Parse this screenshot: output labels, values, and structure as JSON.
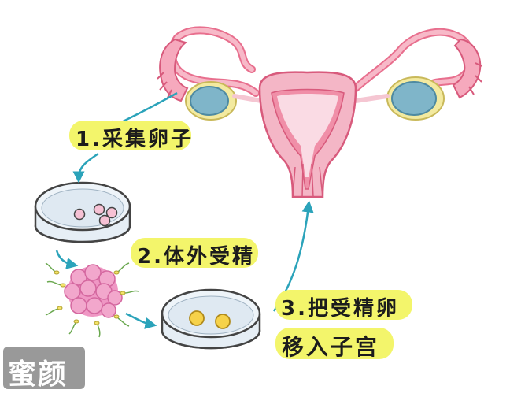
{
  "steps": {
    "step1": "1.采集卵子",
    "step2": "2.体外受精",
    "step3_line1": "3.把受精卵",
    "step3_line2": "移入子宫"
  },
  "watermark": "蜜颜",
  "colors": {
    "highlight": "#f3f56b",
    "arrow": "#2ba3ba",
    "uterus_pink": "#f4b6c6",
    "uterus_inner": "#f08fa8",
    "ovary": "#7fb5c9",
    "egg": "#f6d24a",
    "cell_cluster": "#ef97c4",
    "dish": "#e6eef5"
  }
}
